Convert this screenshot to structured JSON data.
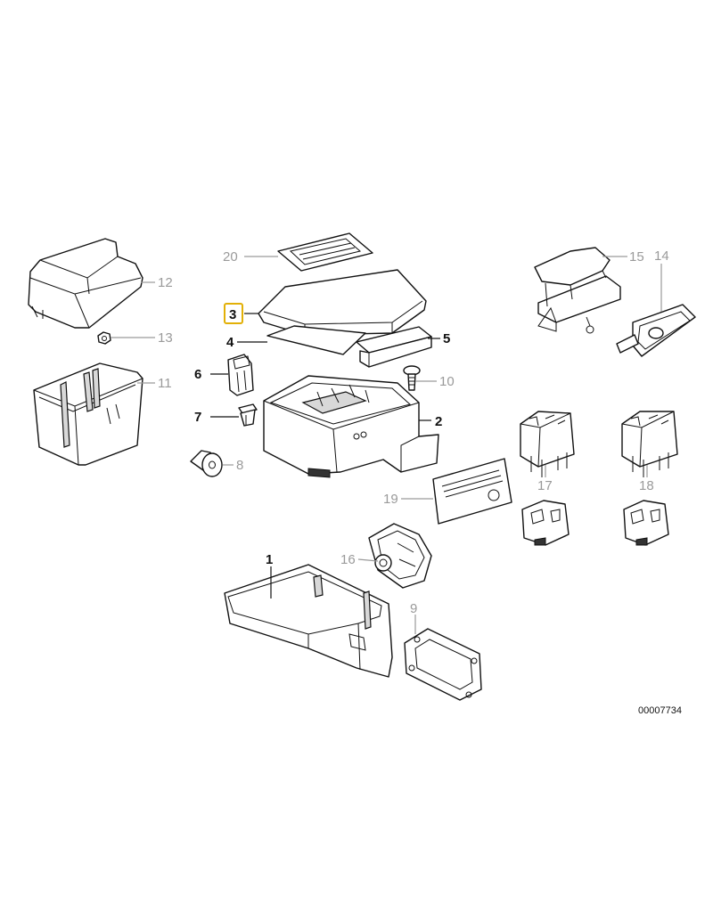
{
  "diagram": {
    "reference_code": "00007734",
    "highlight_color": "#e2b007",
    "inactive_color": "#9a9a9a",
    "callouts": {
      "p1": "1",
      "p2": "2",
      "p3": "3",
      "p4": "4",
      "p5": "5",
      "p6": "6",
      "p7": "7",
      "p8": "8",
      "p9": "9",
      "p10": "10",
      "p11": "11",
      "p12": "12",
      "p13": "13",
      "p14": "14",
      "p15": "15",
      "p16": "16",
      "p17": "17",
      "p18": "18",
      "p19": "19",
      "p20": "20"
    }
  }
}
